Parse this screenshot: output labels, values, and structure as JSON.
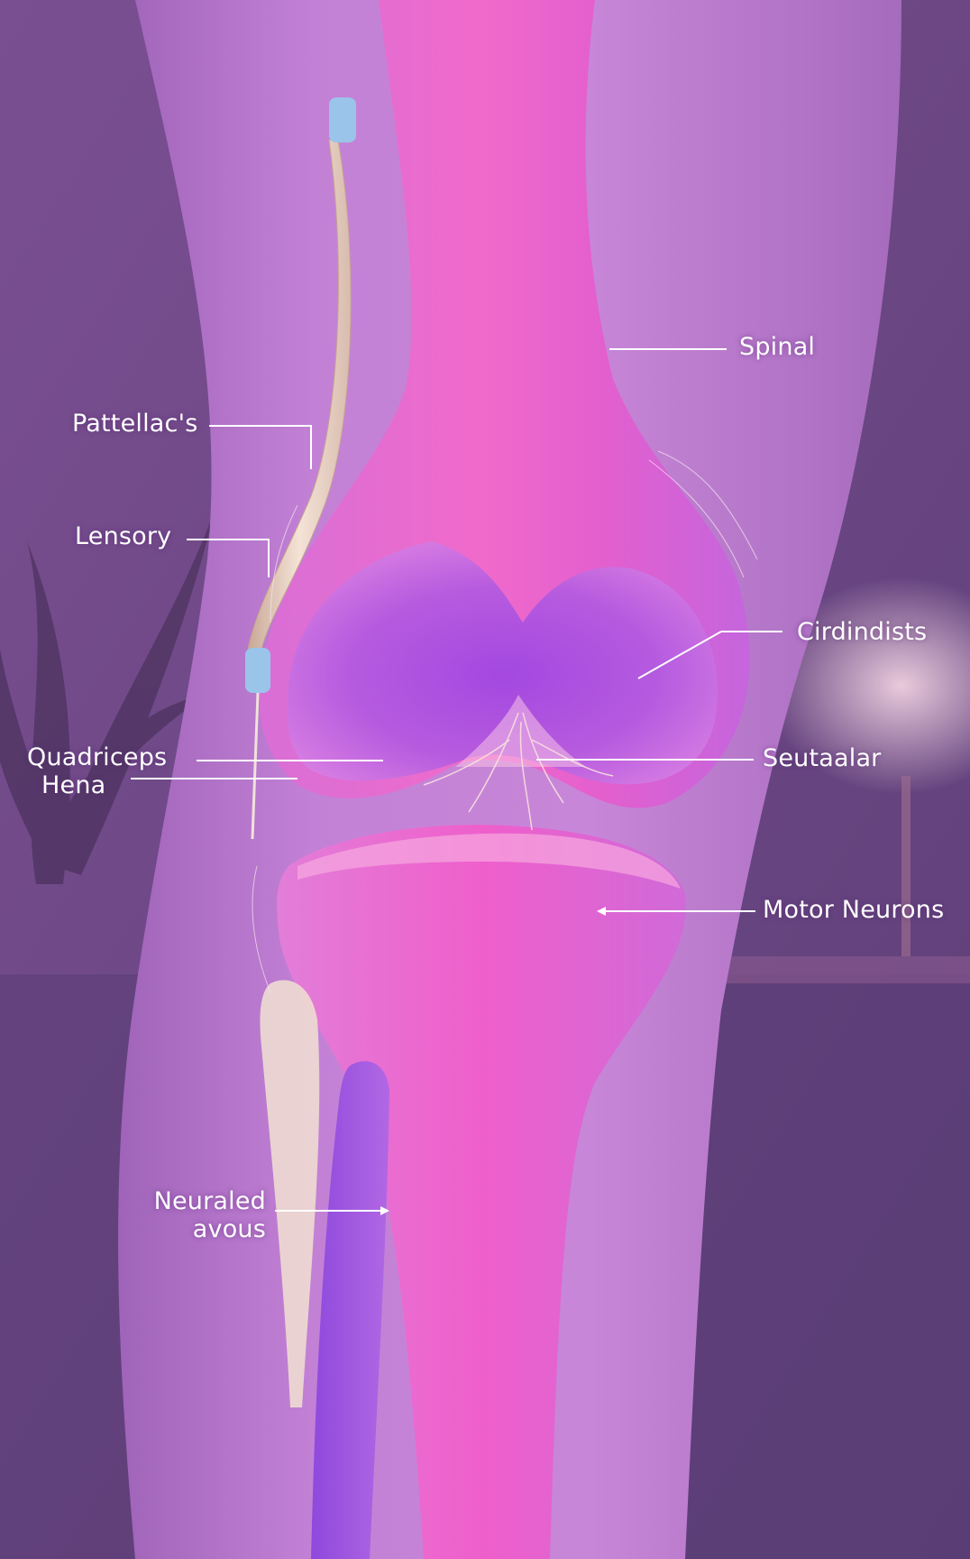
{
  "labels": {
    "spinal": "Spinal",
    "patellar": "Pattellac's",
    "sensory": "Lensory",
    "cirdindists": "Cirdindists",
    "quadriceps": "Quadriceps",
    "hena": "Hena",
    "seutaalar": "Seutaalar",
    "motor_neurons": "Motor Neurons",
    "neural_line1": "Neuraled",
    "neural_line2": "avous"
  },
  "colors": {
    "background": "#6e4a86",
    "leg_skin": "#b877cc",
    "femur_pink": "#e35fce",
    "condyle_violet": "#8a3fd8",
    "tibia_pink": "#e85fcf",
    "fibula_violet": "#9a56e0",
    "nerve_tube": "#ead8c8",
    "nerve_cap_blue": "#9bc4ea",
    "leader_line": "#ffffff"
  }
}
